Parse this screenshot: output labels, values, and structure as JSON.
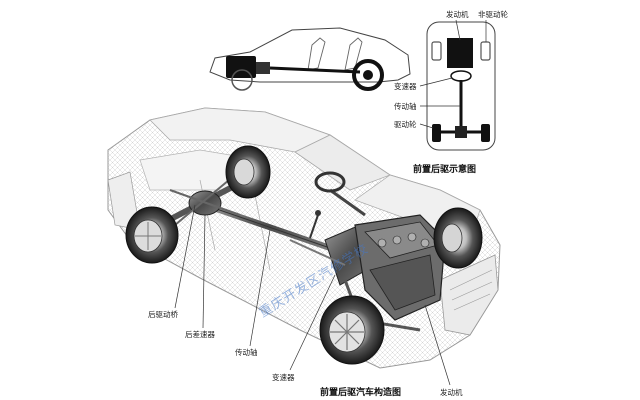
{
  "labels": {
    "top_engine": "发动机",
    "top_nondrive_wheel": "非驱动轮",
    "top_transmission": "变速器",
    "top_driveshaft": "传动轴",
    "top_drive_wheel": "驱动轮",
    "rear_drive_axle": "后驱动桥",
    "rear_differential": "后差速器",
    "driveshaft": "传动轴",
    "transmission": "变速器",
    "engine": "发动机"
  },
  "captions": {
    "schematic": "前置后驱示意图",
    "structure": "前置后驱汽车构造图"
  },
  "watermark": "重庆开发区汽修学校"
}
